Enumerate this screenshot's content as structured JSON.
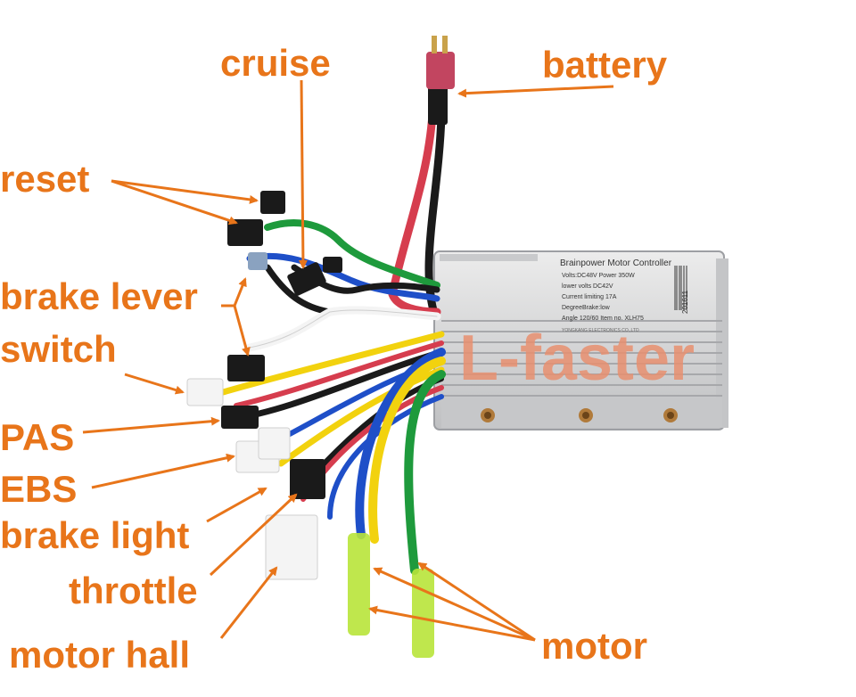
{
  "colors": {
    "label": "#E8751A",
    "watermark": "#E89070",
    "housing": "#D9DADB",
    "wire_red": "#D63D4E",
    "wire_black": "#1A1A1A",
    "wire_green": "#1E9A3C",
    "wire_blue": "#1E4FC8",
    "wire_yellow": "#F2D20E",
    "wire_white": "#F4F4F4",
    "terminal": "#B8E43A",
    "battery_plug": "#C24560"
  },
  "labels": {
    "cruise": "cruise",
    "battery": "battery",
    "reset": "reset",
    "brake_lever": "brake lever",
    "switch": "switch",
    "pas": "PAS",
    "ebs": "EBS",
    "brake_light": "brake light",
    "throttle": "throttle",
    "motor_hall": "motor hall",
    "motor": "motor"
  },
  "controller": {
    "title": "Brainpower Motor Controller",
    "line1": "Volts:DC48V     Power 350W",
    "line2": "lower volts DC42V",
    "line3": "Current limiting 17A",
    "line4": "DegreeBrake:low",
    "line5": "Angle 120/60  Item no. XLH75",
    "line6": "YONGKANG ELECTRONICS CO.,LTD",
    "serial": "201611"
  },
  "watermark": "L-faster"
}
